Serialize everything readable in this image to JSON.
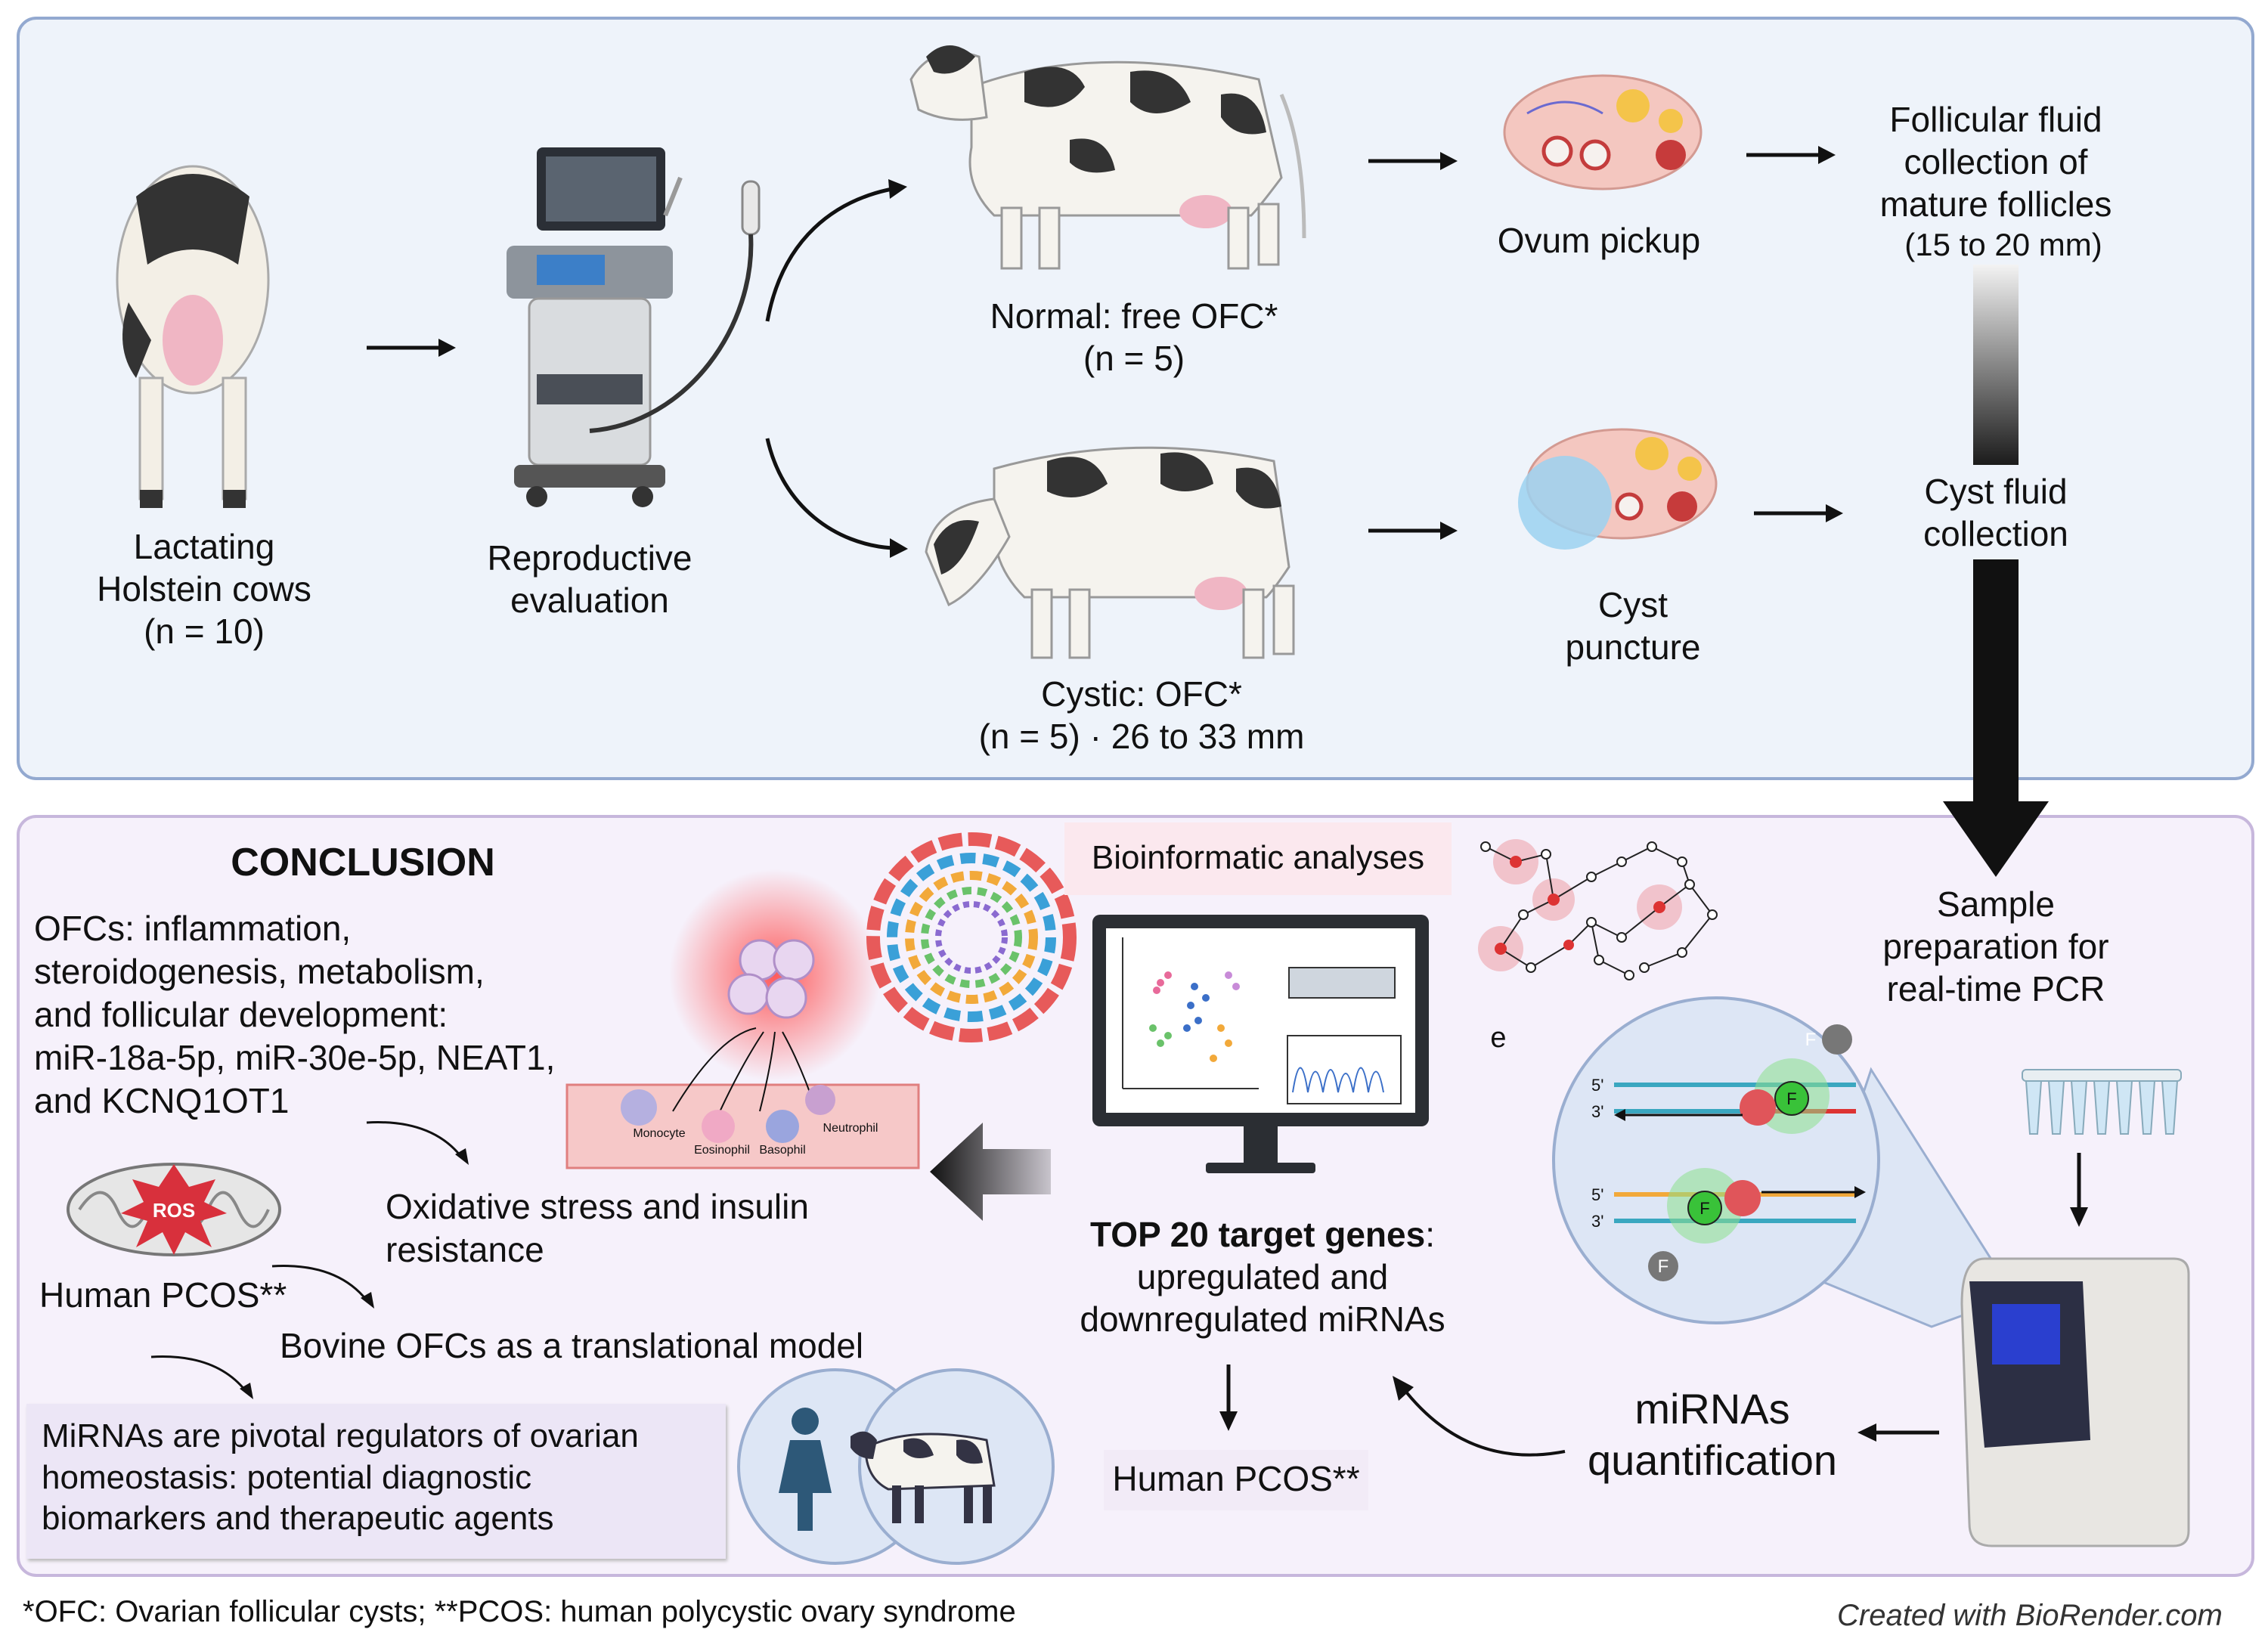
{
  "top": {
    "cows": {
      "line1": "Lactating",
      "line2": "Holstein cows",
      "line3": "(n = 10)"
    },
    "evaluation": {
      "line1": "Reproductive",
      "line2": "evaluation"
    },
    "normal": {
      "line1": "Normal: free OFC*",
      "line2": "(n = 5)"
    },
    "cystic": {
      "line1": "Cystic: OFC*",
      "line2": "(n = 5) · 26 to 33 mm"
    },
    "ovum_pickup": "Ovum pickup",
    "cyst_puncture": {
      "line1": "Cyst",
      "line2": "puncture"
    },
    "follicular_fluid": {
      "line1": "Follicular fluid",
      "line2": "collection of",
      "line3": "mature follicles",
      "line4": "(15 to 20 mm)"
    },
    "cyst_fluid": {
      "line1": "Cyst fluid",
      "line2": "collection"
    }
  },
  "bottom": {
    "conclusion_title": "CONCLUSION",
    "ofcs_text": {
      "line1": "OFCs: inflammation,",
      "line2": "steroidogenesis, metabolism,",
      "line3": "and follicular development:",
      "line4": "miR-18a-5p, miR-30e-5p, NEAT1,",
      "line5": "and KCNQ1OT1"
    },
    "ros_label": "ROS",
    "oxidative": {
      "line1": "Oxidative stress and insulin",
      "line2": "resistance"
    },
    "human_pcos_left": "Human PCOS**",
    "bovine_model": "Bovine OFCs as a translational model",
    "mirnas_box": {
      "line1": "MiRNAs are pivotal regulators of ovarian",
      "line2": "homeostasis: potential diagnostic",
      "line3": "biomarkers and therapeutic agents"
    },
    "cells": {
      "monocyte": "Monocyte",
      "eosinophil": "Eosinophil",
      "basophil": "Basophil",
      "neutrophil": "Neutrophil"
    },
    "bioinformatic": "Bioinformatic analyses",
    "top20": {
      "bold": "TOP 20 target genes",
      "rest": ":",
      "line2": "upregulated and",
      "line3": "downregulated miRNAs"
    },
    "human_pcos_center": "Human PCOS**",
    "sample_prep": {
      "line1": "Sample",
      "line2": "preparation for",
      "line3": "real-time PCR"
    },
    "stray_e": "e",
    "pcr": {
      "f": "F",
      "five": "5'",
      "three": "3'"
    },
    "quantification": {
      "line1": "miRNAs",
      "line2": "quantification"
    }
  },
  "footer": {
    "legend": "*OFC: Ovarian follicular cysts; **PCOS: human polycystic ovary syndrome",
    "credit": "Created with BioRender.com"
  }
}
